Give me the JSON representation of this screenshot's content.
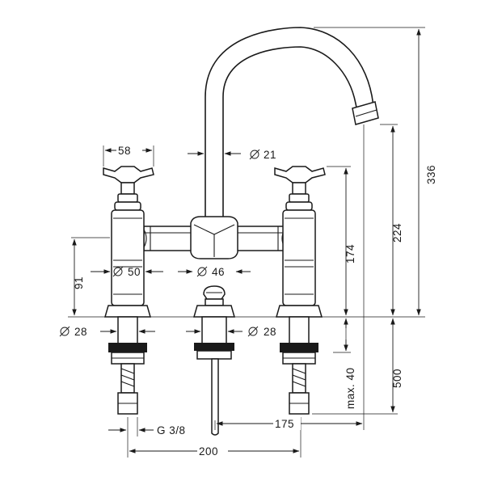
{
  "dimensions": {
    "handle_width": "58",
    "spout_diameter": "21",
    "handle_height": "174",
    "spout_height": "224",
    "overall_height": "336",
    "valve_height": "91",
    "valve_diameter": "50",
    "center_diameter": "46",
    "left_shank_diameter": "28",
    "center_shank_diameter": "28",
    "max_deck_thickness": "max. 40",
    "shank_length": "500",
    "spout_reach": "175",
    "connection_thread": "G 3/8",
    "center_spacing": "200"
  }
}
